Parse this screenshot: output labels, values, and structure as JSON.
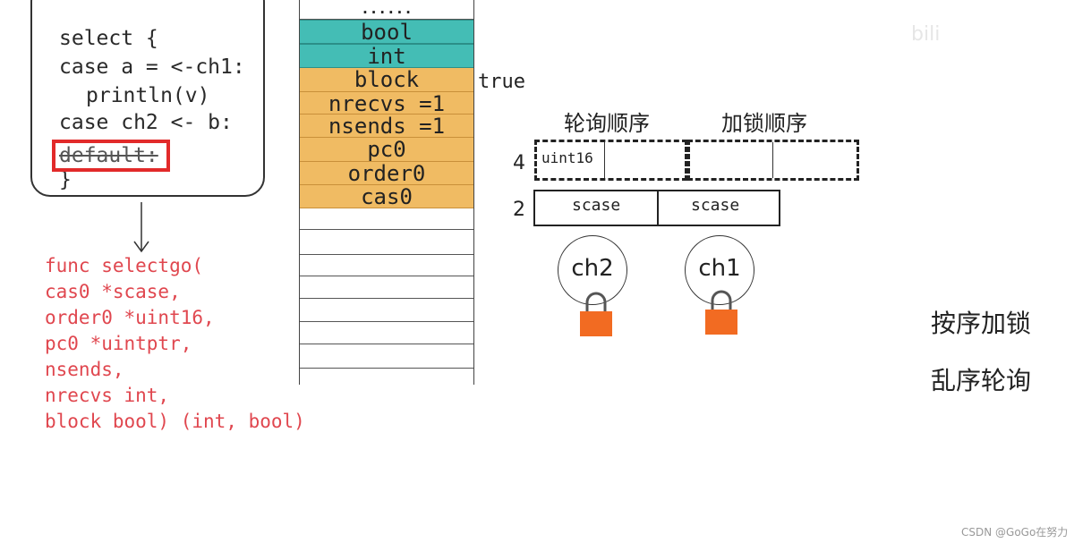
{
  "code_card": {
    "lines": [
      "select {",
      "case a = <-ch1:",
      "println(v)",
      "case ch2 <- b:",
      "default:",
      "}"
    ]
  },
  "func_signature": {
    "lines": [
      "func selectgo(",
      "cas0 *scase,",
      "order0 *uint16,",
      "pc0 *uintptr,",
      "nsends,",
      "nrecvs int,",
      "block bool) (int, bool)"
    ]
  },
  "stack": {
    "top_label": "......",
    "cells": [
      "bool",
      "int",
      "block",
      "nrecvs =1",
      "nsends =1",
      "pc0",
      "order0",
      "cas0"
    ],
    "block_value": "true"
  },
  "order_diagram": {
    "header_poll": "轮询顺序",
    "header_lock": "加锁顺序",
    "row4_label": "4",
    "row2_label": "2",
    "uint16_label": "uint16",
    "scase_labels": [
      "scase",
      "scase"
    ],
    "channels": [
      "ch2",
      "ch1"
    ]
  },
  "notes": {
    "lock_order": "按序加锁",
    "poll_order": "乱序轮询"
  },
  "watermark": "bili",
  "credit": "CSDN @GoGo在努力",
  "colors": {
    "teal": "#44bdb5",
    "orange": "#f0bb63",
    "highlight_red": "#e22a2a",
    "func_red": "#e0474f",
    "lock_orange": "#f26b22"
  }
}
